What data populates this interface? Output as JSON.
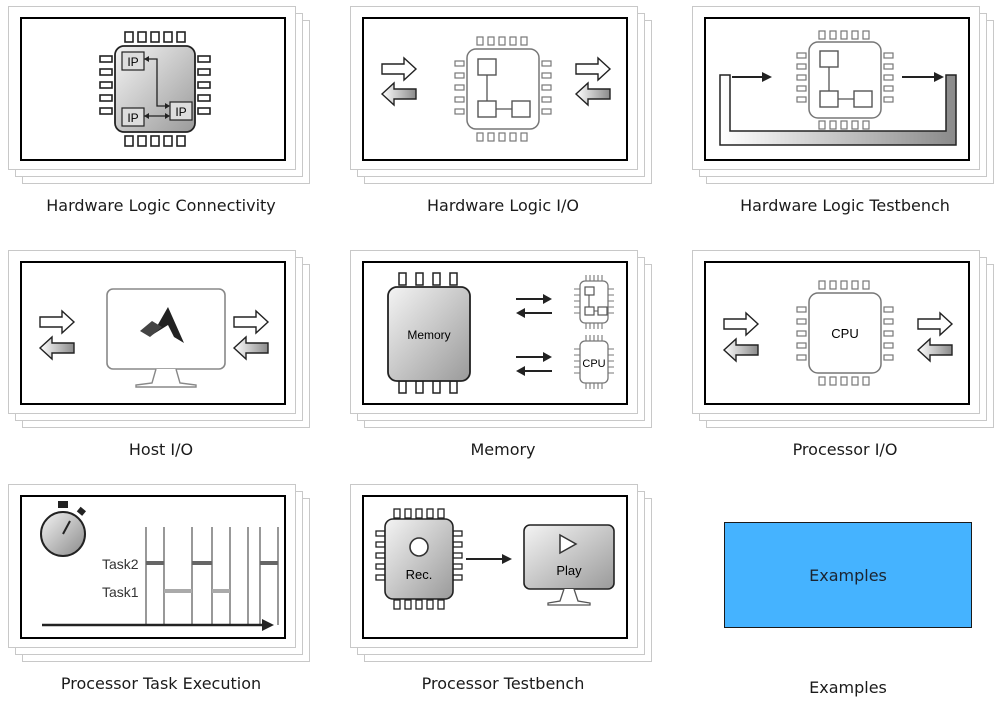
{
  "blocks": [
    {
      "label": "Hardware Logic Connectivity",
      "chip_labels": [
        "IP",
        "IP",
        "IP"
      ]
    },
    {
      "label": "Hardware Logic I/O"
    },
    {
      "label": "Hardware Logic Testbench"
    },
    {
      "label": "Host I/O"
    },
    {
      "label": "Memory",
      "memory_text": "Memory",
      "cpu_text": "CPU"
    },
    {
      "label": "Processor I/O",
      "cpu_text": "CPU"
    },
    {
      "label": "Processor Task Execution",
      "task_labels": [
        "Task2",
        "Task1"
      ]
    },
    {
      "label": "Processor Testbench",
      "rec_text": "Rec.",
      "play_text": "Play"
    }
  ],
  "examples": {
    "box_text": "Examples",
    "label": "Examples"
  }
}
